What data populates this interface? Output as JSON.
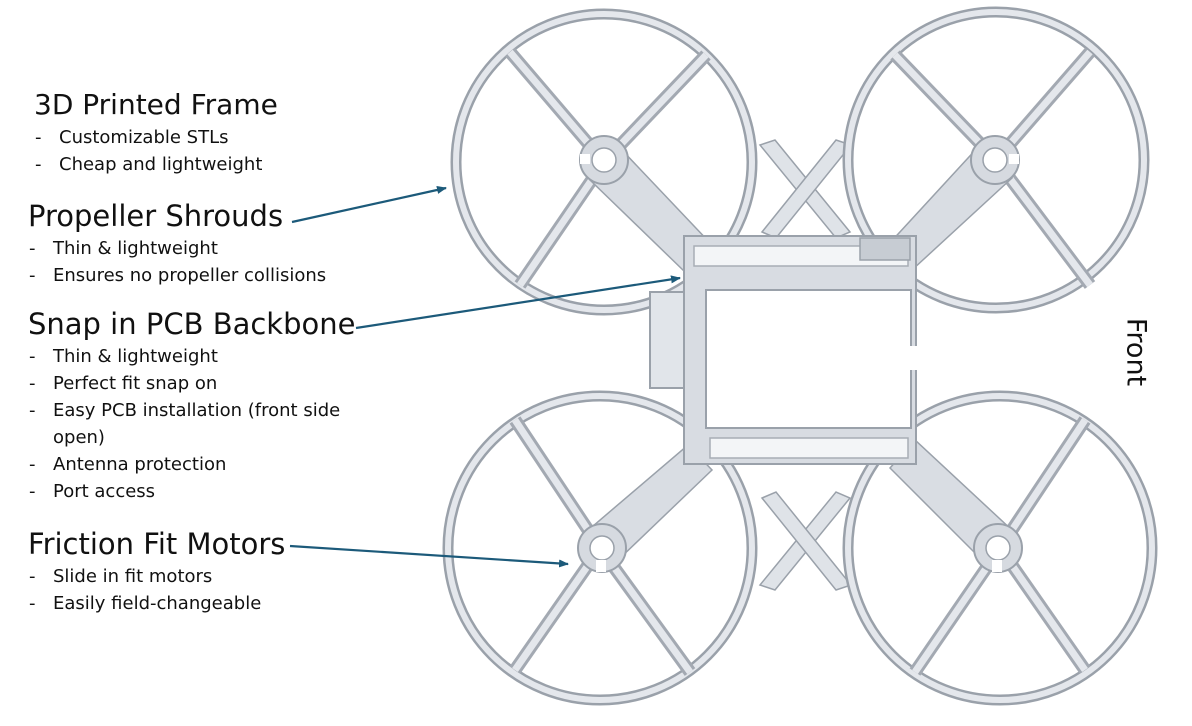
{
  "colors": {
    "frame_fill": "#e4e7ec",
    "frame_stroke": "#9aa1aa",
    "frame_shadow": "#c7ccd3",
    "arrow": "#1c5a7a",
    "text": "#111111"
  },
  "callouts": [
    {
      "id": "frame",
      "title": "3D Printed Frame",
      "bullets": [
        "Customizable STLs",
        "Cheap and lightweight"
      ]
    },
    {
      "id": "shrouds",
      "title": "Propeller Shrouds",
      "bullets": [
        "Thin & lightweight",
        "Ensures no propeller collisions"
      ]
    },
    {
      "id": "backbone",
      "title": "Snap in PCB Backbone",
      "bullets": [
        "Thin & lightweight",
        "Perfect fit snap on",
        "Easy PCB installation (front side open)",
        "Antenna protection",
        "Port access"
      ]
    },
    {
      "id": "motors",
      "title": "Friction Fit Motors",
      "bullets": [
        "Slide in fit motors",
        "Easily field-changeable"
      ]
    }
  ],
  "orientation_label": "Front"
}
